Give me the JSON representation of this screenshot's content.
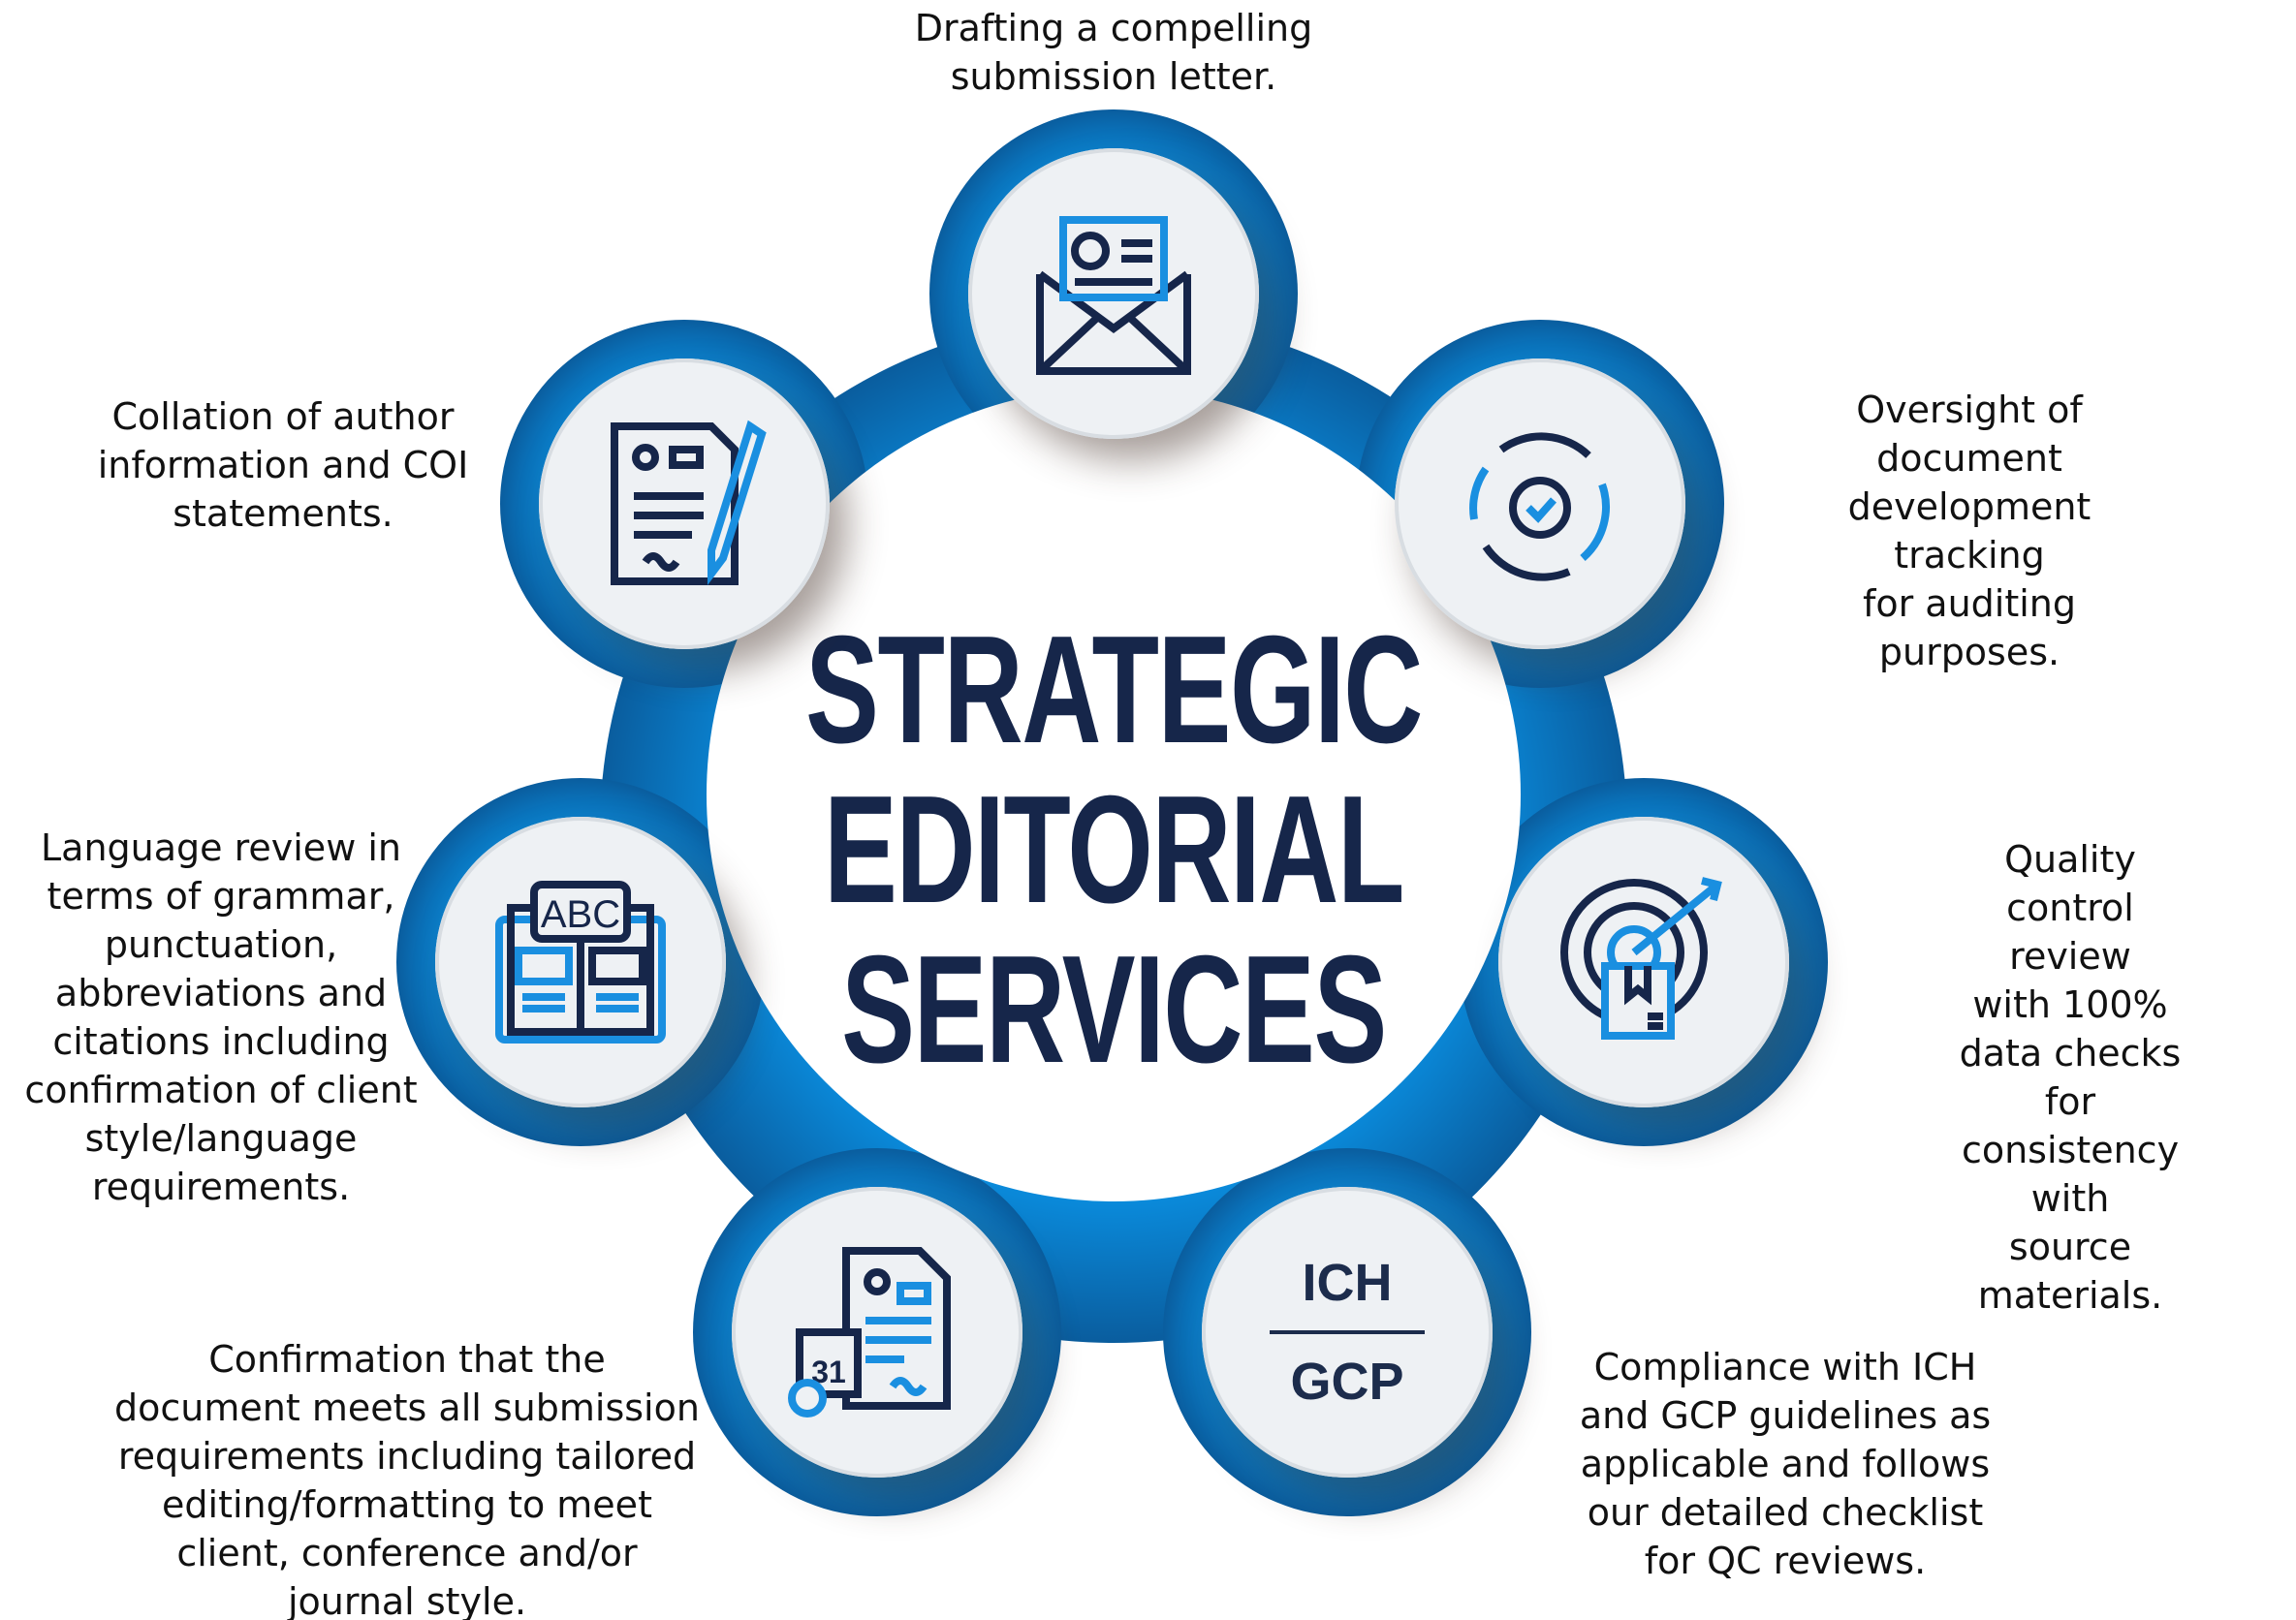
{
  "title": {
    "line1": "STRATEGIC",
    "line2": "EDITORIAL",
    "line3": "SERVICES"
  },
  "colors": {
    "ring_blue": "#0a7fd0",
    "ring_dark": "#0a4f86",
    "navy": "#16264a",
    "accent": "#1a8fe0"
  },
  "nodes": [
    {
      "id": "submission-letter",
      "icon": "envelope-letter-icon",
      "text": "Drafting a compelling\nsubmission letter."
    },
    {
      "id": "tracking",
      "icon": "cycle-arrows-check-icon",
      "text": "Oversight of document\ndevelopment tracking\nfor auditing purposes."
    },
    {
      "id": "quality-control",
      "icon": "target-arrow-box-icon",
      "text": "Quality control review\nwith 100% data checks\nfor consistency with\nsource materials."
    },
    {
      "id": "compliance",
      "icon": "ich-gcp-icon",
      "icon_top": "ICH",
      "icon_bottom": "GCP",
      "text": "Compliance with ICH\nand GCP guidelines as\napplicable and follows\nour detailed checklist\nfor QC reviews."
    },
    {
      "id": "submission-requirements",
      "icon": "calendar-document-icon",
      "icon_date": "31",
      "text": "Confirmation that the\ndocument meets all submission\nrequirements including tailored\nediting/formatting to meet\nclient, conference and/or\njournal style."
    },
    {
      "id": "language-review",
      "icon": "abc-book-icon",
      "icon_letters": "ABC",
      "text": "Language review in\nterms of grammar,\npunctuation,\nabbreviations and\ncitations including\nconfirmation of client\nstyle/language\nrequirements."
    },
    {
      "id": "author-info",
      "icon": "document-pen-icon",
      "text": "Collation of author\ninformation and COI\nstatements."
    }
  ]
}
